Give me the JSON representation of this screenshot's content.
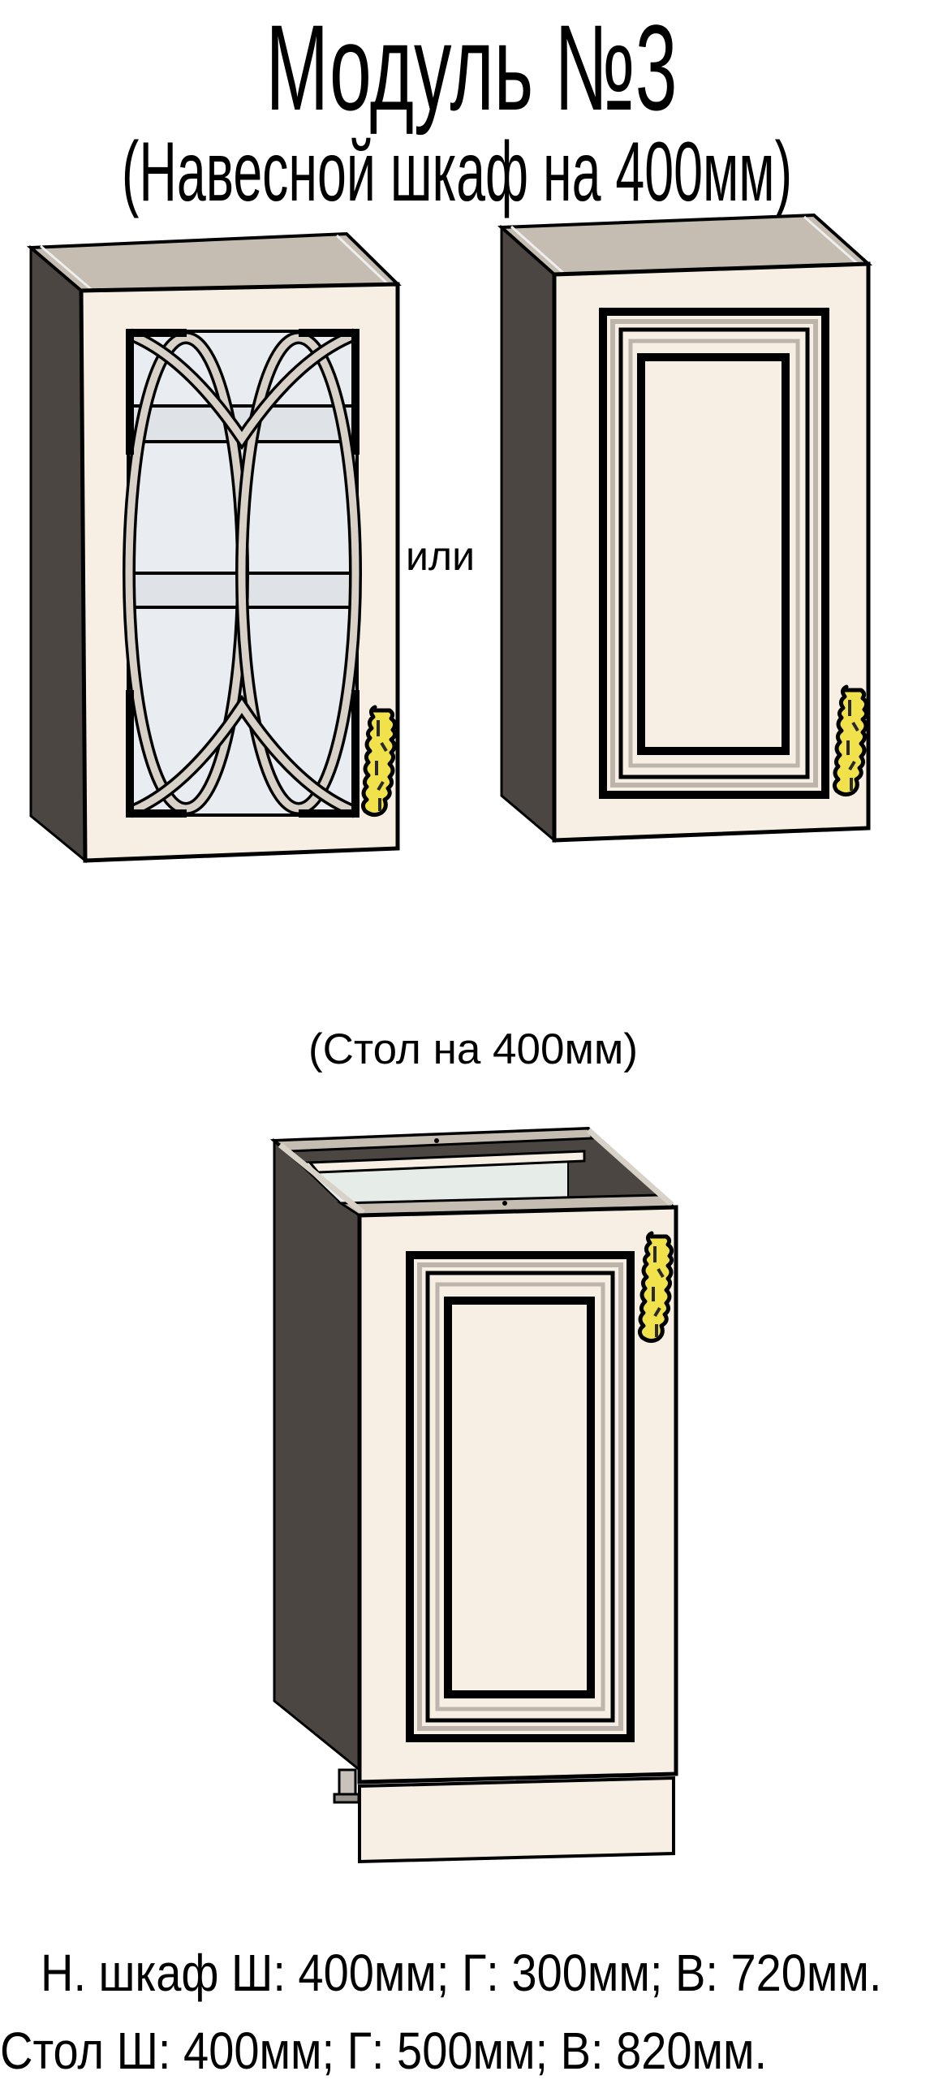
{
  "title": "Модуль №3",
  "wall_cabinet": {
    "caption": "(Навесной шкаф на 400мм)",
    "options_separator": "или",
    "variants": [
      {
        "name": "glass-door",
        "door": "glazed with arched lattice",
        "handle": "gold ornamental"
      },
      {
        "name": "solid-door",
        "door": "raised panel",
        "handle": "gold ornamental"
      }
    ]
  },
  "base_cabinet": {
    "caption": "(Стол на 400мм)",
    "door": "raised panel",
    "handle": "gold ornamental"
  },
  "specs": {
    "wall_cabinet": "Н. шкаф Ш: 400мм; Г: 300мм; В: 720мм.",
    "base_cabinet": "Стол  Ш: 400мм; Г: 500мм; В: 820мм."
  },
  "colors": {
    "facade": "#f7eee4",
    "carcass_side": "#4b4642",
    "carcass_top": "#c5bcb2",
    "glass": "#e9edf1",
    "handle": "#f1e24c",
    "outline": "#000000"
  }
}
